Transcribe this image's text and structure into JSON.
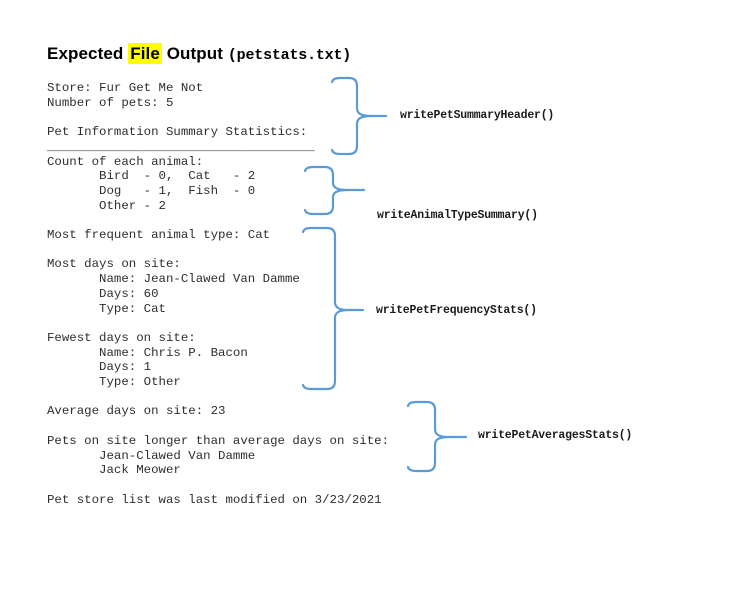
{
  "title": {
    "prefix": "Expected ",
    "highlight": "File",
    "suffix": " Output ",
    "filename": "(petstats.txt)"
  },
  "colors": {
    "accent_blue": "#5B9BD5",
    "highlight_yellow": "#FFFF00"
  },
  "file_output": {
    "lines": [
      "Store: Fur Get Me Not",
      "Number of pets: 5",
      "",
      "Pet Information Summary Statistics:",
      "____________________________________",
      "Count of each animal:",
      "       Bird  - 0,  Cat   - 2",
      "       Dog   - 1,  Fish  - 0",
      "       Other - 2",
      "",
      "Most frequent animal type: Cat",
      "",
      "Most days on site:",
      "       Name: Jean-Clawed Van Damme",
      "       Days: 60",
      "       Type: Cat",
      "",
      "Fewest days on site:",
      "       Name: Chris P. Bacon",
      "       Days: 1",
      "       Type: Other",
      "",
      "Average days on site: 23",
      "",
      "Pets on site longer than average days on site:",
      "       Jean-Clawed Van Damme",
      "       Jack Meower",
      "",
      "Pet store list was last modified on 3/23/2021"
    ]
  },
  "annotations": [
    {
      "label": "writePetSummaryHeader()"
    },
    {
      "label": "writeAnimalTypeSummary()"
    },
    {
      "label": "writePetFrequencyStats()"
    },
    {
      "label": "writePetAveragesStats()"
    }
  ]
}
